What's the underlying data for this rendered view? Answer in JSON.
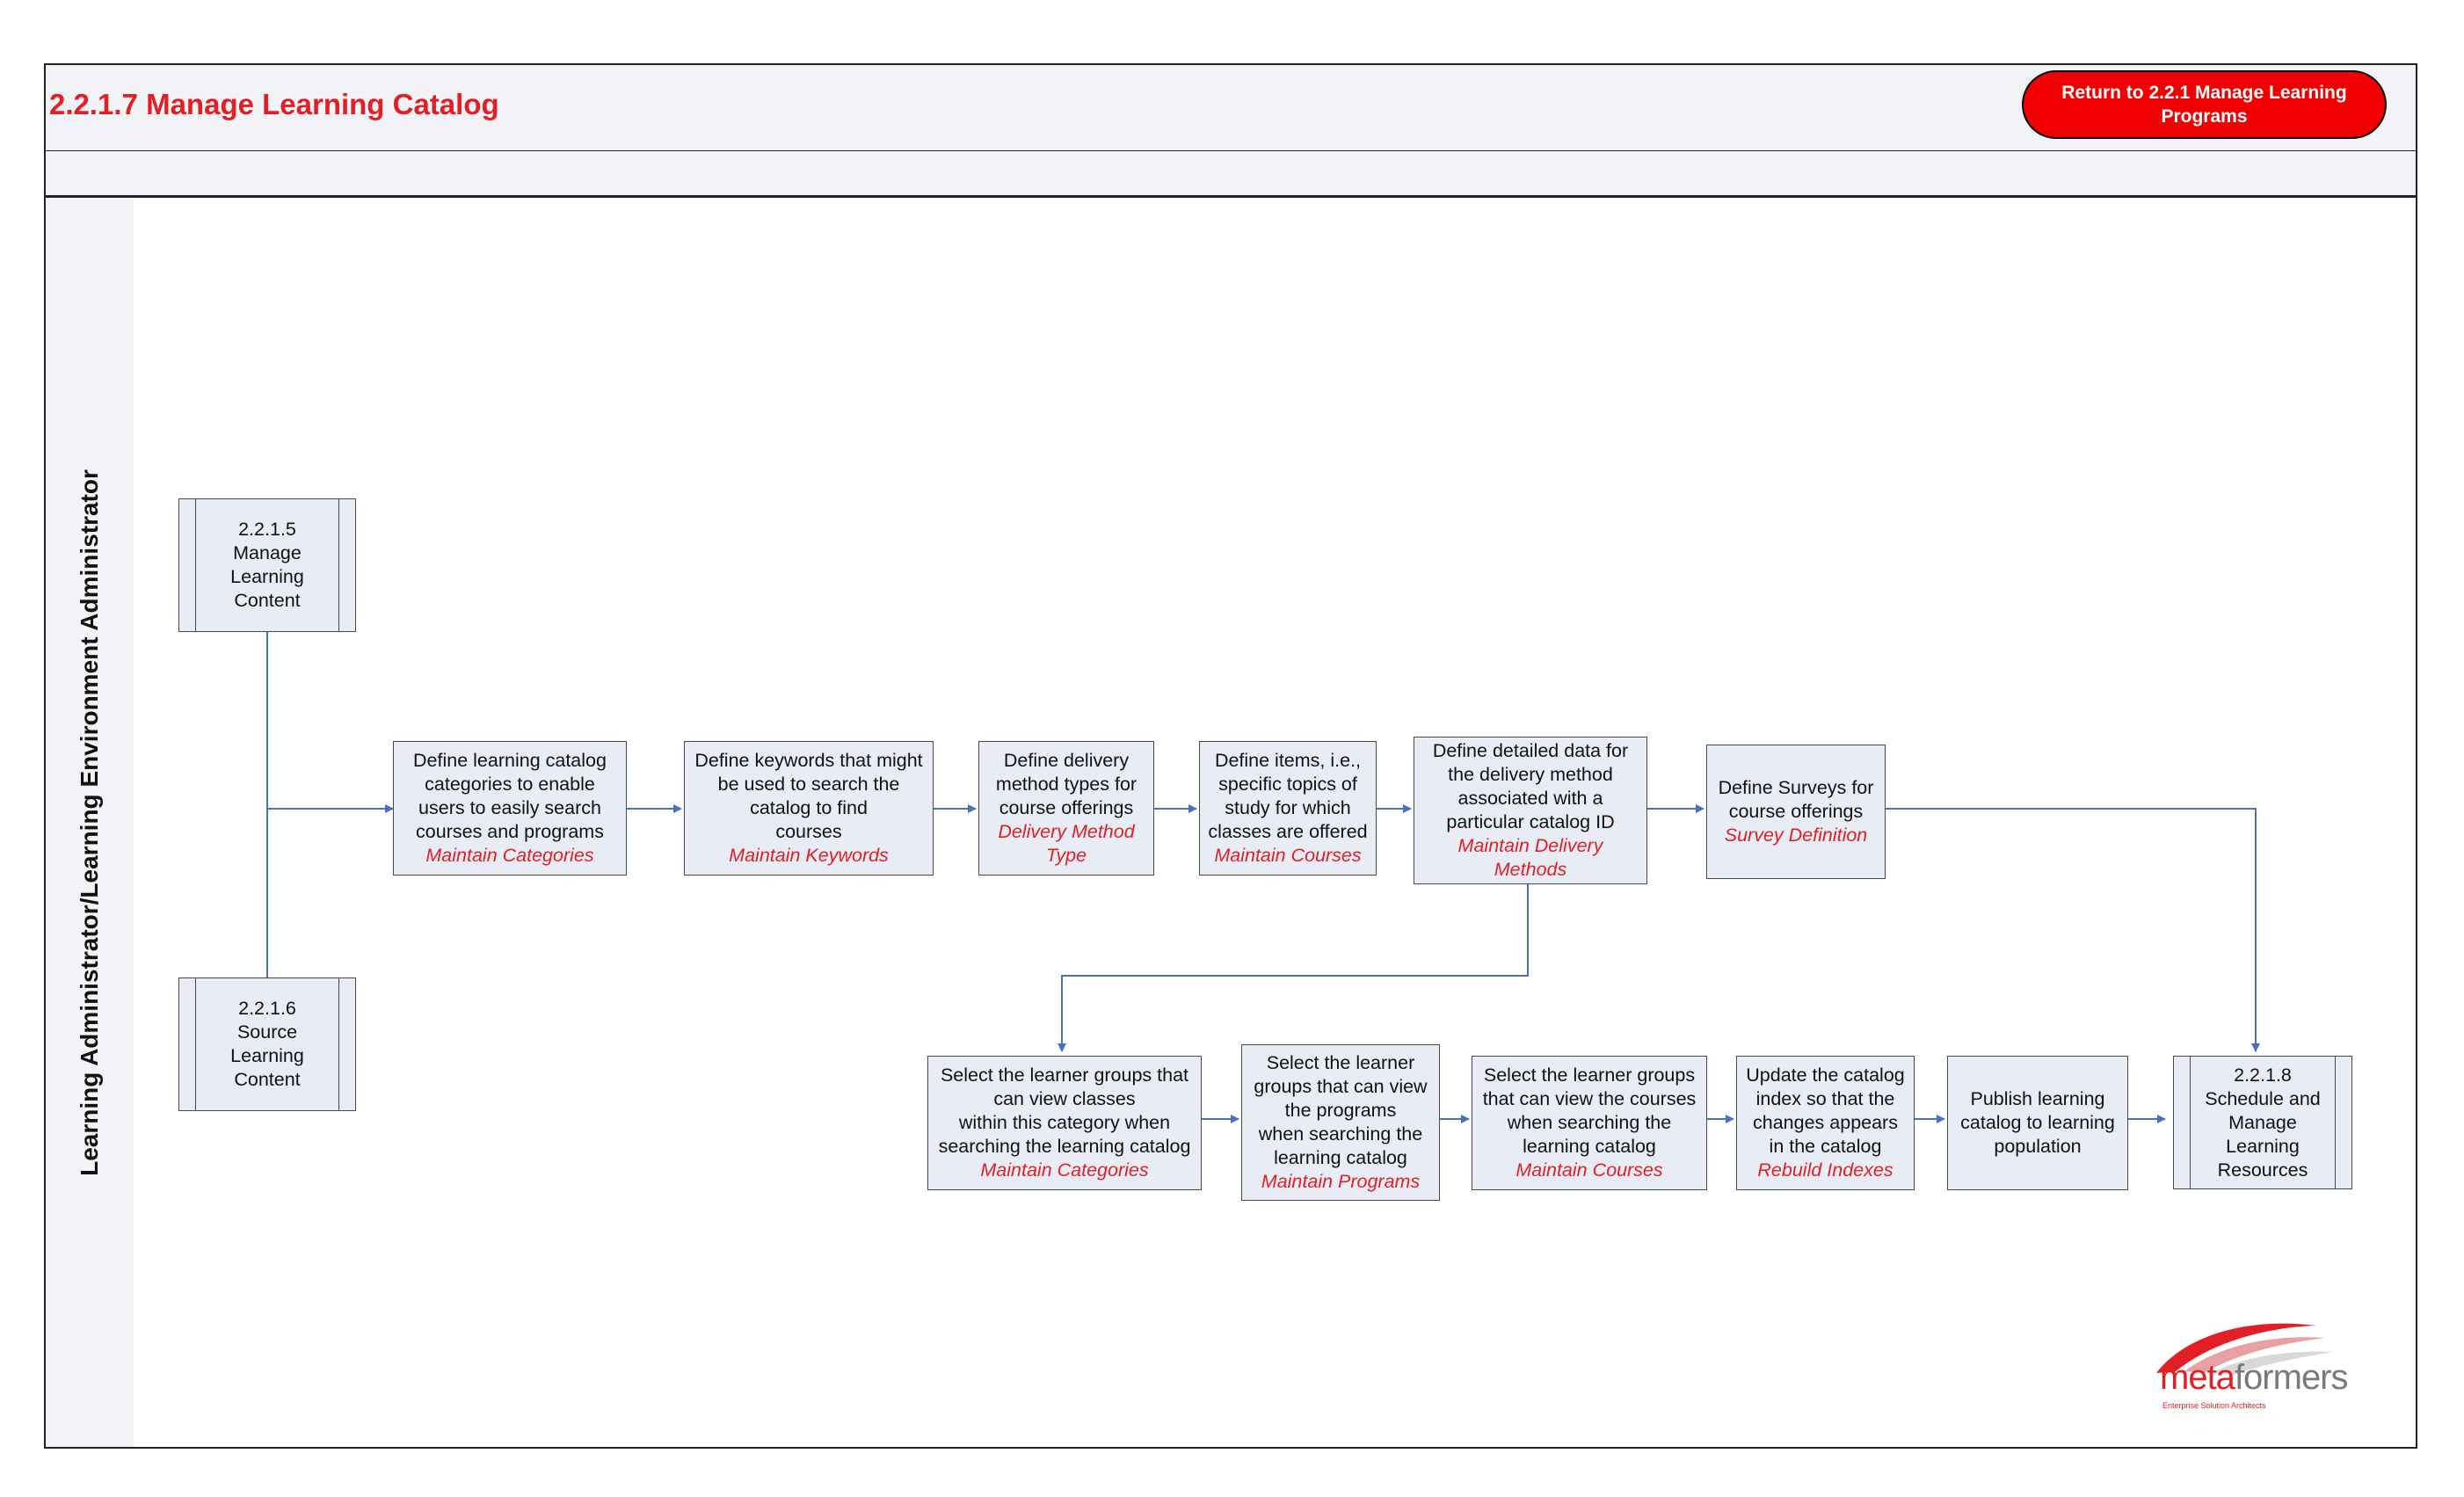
{
  "header": {
    "title": "2.2.1.7 Manage Learning Catalog",
    "return_button": "Return to 2.2.1 Manage Learning Programs"
  },
  "lane": {
    "label": "Learning Administrator/Learning Environment Administrator"
  },
  "subprocesses": {
    "manage_content": "2.2.1.5\nManage\nLearning\nContent",
    "source_content": "2.2.1.6\nSource\nLearning\nContent",
    "schedule_resources": "2.2.1.8\nSchedule and\nManage\nLearning\nResources"
  },
  "steps": [
    {
      "text": "Define learning catalog\ncategories to enable\nusers to easily search\ncourses and programs",
      "transaction": "Maintain Categories"
    },
    {
      "text": "Define keywords that might\nbe used to search the\ncatalog to find\ncourses",
      "transaction": "Maintain Keywords"
    },
    {
      "text": "Define delivery\nmethod types for\ncourse offerings",
      "transaction": "Delivery Method\nType"
    },
    {
      "text": "Define items, i.e.,\nspecific topics of\nstudy for which\nclasses are offered",
      "transaction": "Maintain Courses"
    },
    {
      "text": "Define detailed data for\nthe delivery method\nassociated with a\nparticular catalog ID",
      "transaction": "Maintain Delivery\nMethods"
    },
    {
      "text": "Define Surveys for\ncourse offerings",
      "transaction": "Survey Definition"
    },
    {
      "text": "Select the learner groups that\ncan view classes\nwithin this category when\nsearching the learning catalog",
      "transaction": "Maintain Categories"
    },
    {
      "text": "Select the learner\ngroups that can view\nthe programs\nwhen searching the\nlearning catalog",
      "transaction": "Maintain Programs"
    },
    {
      "text": "Select the learner groups\nthat can view the courses\nwhen searching the\nlearning catalog",
      "transaction": "Maintain Courses"
    },
    {
      "text": "Update the catalog\nindex so that the\nchanges appears\nin the catalog",
      "transaction": "Rebuild Indexes"
    },
    {
      "text": "Publish learning\ncatalog to learning\npopulation",
      "transaction": ""
    }
  ],
  "logo": {
    "meta": "meta",
    "formers": "formers",
    "tagline": "Enterprise Solution Architects"
  },
  "colors": {
    "accent_red": "#e31e24",
    "node_fill": "#e8edf5",
    "connector": "#4a72b8"
  }
}
